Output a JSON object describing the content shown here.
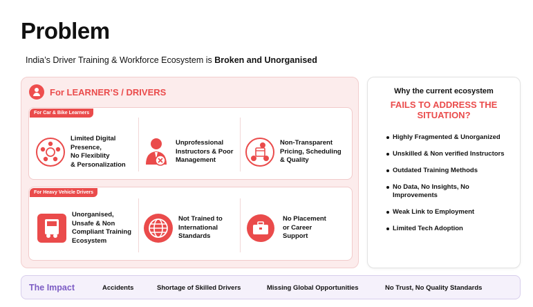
{
  "title": "Problem",
  "subtitle": {
    "prefix": "India’s Driver Training & Workforce Ecosystem is ",
    "emphasis": "Broken and Unorganised"
  },
  "colors": {
    "accent": "#ea4b4b",
    "impact": "#7c5cc4",
    "panel_bg": "#fcecec"
  },
  "learners": {
    "heading": "For LEARNER’S / DRIVERS",
    "heading_icon": "person-icon",
    "car_bike": {
      "tag": "For Car & Bike Learners",
      "items": [
        {
          "icon": "digital-cycle-icon",
          "lines": [
            "Limited Digital",
            "Presence,",
            "No Flexiblity",
            "& Personalization"
          ]
        },
        {
          "icon": "instructor-x-icon",
          "lines": [
            "Unprofessional",
            "Instructors & Poor",
            "Management"
          ]
        },
        {
          "icon": "pricing-schedule-icon",
          "lines": [
            "Non-Transparent",
            "Pricing, Scheduling",
            "& Quality"
          ]
        }
      ]
    },
    "heavy": {
      "tag": "For Heavy Vehicle Drivers",
      "items": [
        {
          "icon": "truck-icon",
          "lines": [
            "Unorganised,",
            "Unsafe & Non",
            "Compliant Training",
            "Ecosystem"
          ]
        },
        {
          "icon": "globe-icon",
          "lines": [
            "Not Trained to",
            "International",
            "Standards"
          ]
        },
        {
          "icon": "briefcase-icon",
          "lines": [
            "No Placement",
            "or Career",
            "Support"
          ]
        }
      ]
    }
  },
  "ecosystem": {
    "line1": "Why the current ecosystem",
    "line2": "FAILS TO ADDRESS THE SITUATION?",
    "items": [
      "Highly Fragmented & Unorganized",
      "Unskilled & Non verified Instructors",
      "Outdated Training Methods",
      "No Data, No Insights, No Improvements",
      "Weak Link to Employment",
      "Limited Tech Adoption"
    ]
  },
  "impact": {
    "title": "The Impact",
    "items": [
      "Accidents",
      "Shortage of Skilled Drivers",
      "Missing Global Opportunities",
      "No Trust, No Quality Standards"
    ]
  }
}
